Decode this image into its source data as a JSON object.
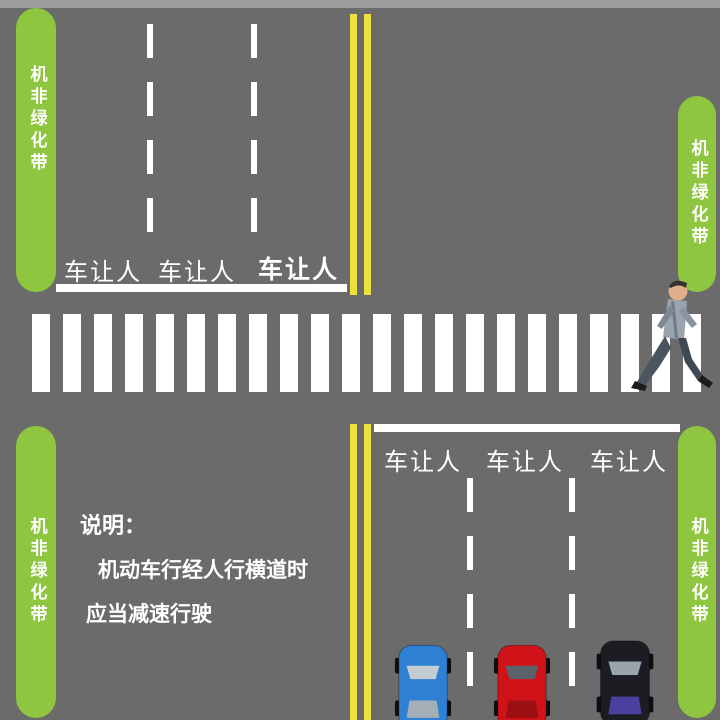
{
  "colors": {
    "road": "#6b6b6b",
    "green_belt": "#8fc640",
    "yellow_line": "#eee13c",
    "marking_white": "#ffffff",
    "windshield": "#c3ccd3"
  },
  "green_belts": {
    "label": "机非绿化带"
  },
  "top_roadway": {
    "lane_labels": [
      "车让人",
      "车让人",
      "车让人"
    ]
  },
  "bottom_roadway": {
    "lane_labels": [
      "车让人",
      "车让人",
      "车让人"
    ]
  },
  "note": {
    "title": "说明：",
    "line1": "机动车行经人行横道时",
    "line2": "应当减速行驶"
  },
  "vehicles": [
    {
      "name": "blue-car",
      "body_color": "#2e80d4",
      "rear_color": "#a3aeb6"
    },
    {
      "name": "red-car",
      "body_color": "#d01318",
      "rear_color": "#9c0f13"
    },
    {
      "name": "dark-car",
      "body_color": "#1b1d22",
      "rear_color": "#4b3fa0"
    }
  ],
  "pedestrian": {
    "name": "pedestrian-figure"
  }
}
